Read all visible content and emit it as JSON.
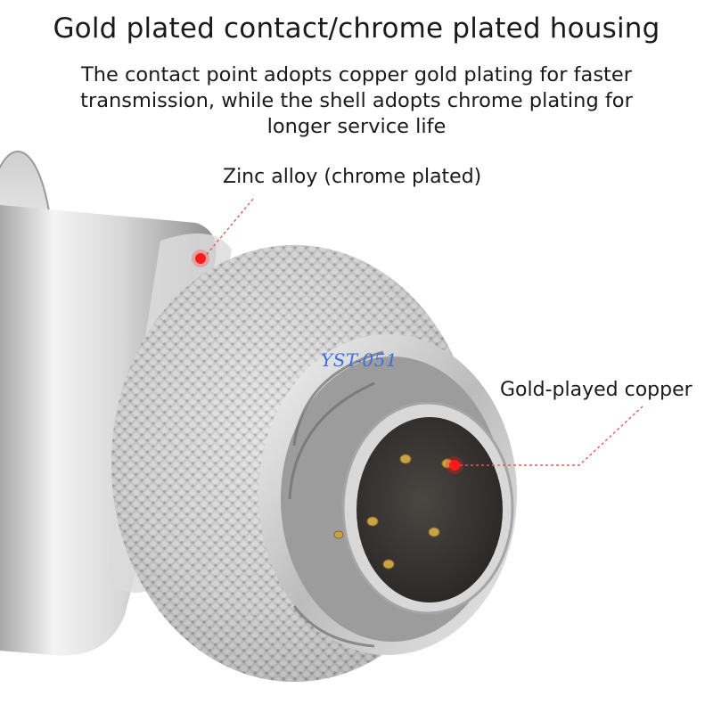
{
  "heading": {
    "title": "Gold plated contact/chrome plated housing",
    "description": "The contact point adopts copper gold plating for faster transmission, while the shell adopts chrome plating for longer service life"
  },
  "callouts": {
    "housing": "Zinc alloy (chrome plated)",
    "contact": "Gold-played copper"
  },
  "watermark": "YST-051",
  "colors": {
    "marker": "#ff1a1a",
    "pin_gold": "#c9a24a",
    "watermark": "#3b6fe0"
  }
}
